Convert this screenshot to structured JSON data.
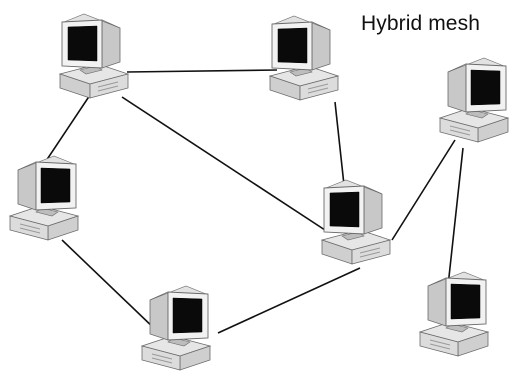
{
  "diagram": {
    "title": "Hybrid mesh",
    "node_icon": "desktop-computer-icon",
    "nodes": [
      {
        "id": "node-1"
      },
      {
        "id": "node-2"
      },
      {
        "id": "node-3"
      },
      {
        "id": "node-4"
      },
      {
        "id": "node-5"
      },
      {
        "id": "node-6"
      },
      {
        "id": "node-7"
      }
    ],
    "links": [
      {
        "from": "node-1",
        "to": "node-2"
      },
      {
        "from": "node-1",
        "to": "node-4"
      },
      {
        "from": "node-1",
        "to": "node-5"
      },
      {
        "from": "node-2",
        "to": "node-5"
      },
      {
        "from": "node-4",
        "to": "node-6"
      },
      {
        "from": "node-6",
        "to": "node-5"
      },
      {
        "from": "node-5",
        "to": "node-3"
      },
      {
        "from": "node-3",
        "to": "node-7"
      }
    ],
    "colors": {
      "link": "#111111",
      "screen": "#0a0a0a",
      "monitor_front": "#f2f2f2",
      "monitor_side": "#c8c8c8",
      "base_top": "#e6e6e6",
      "base_front": "#cfcfcf",
      "outline": "#6a6a6a"
    }
  }
}
